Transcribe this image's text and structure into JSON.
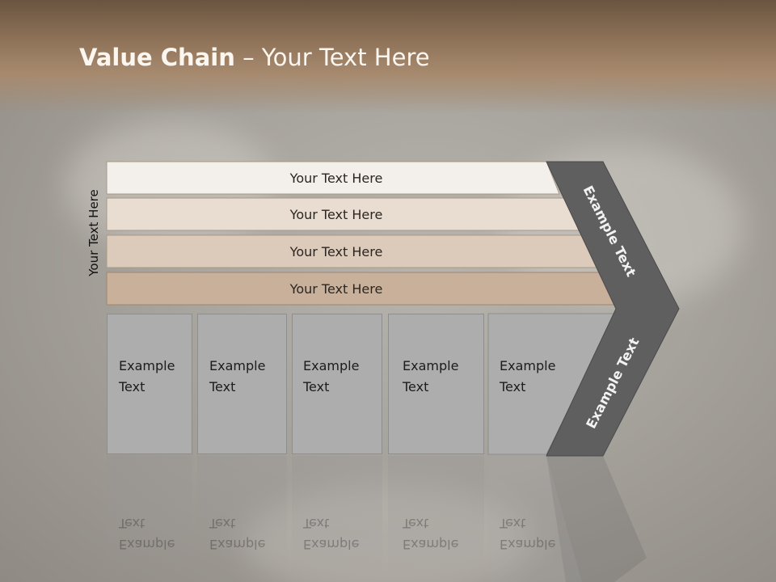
{
  "slide": {
    "title_bold": "Value Chain",
    "title_rest": " – Your Text Here",
    "side_label": "Your Text Here",
    "bands": [
      {
        "text": "Your Text Here",
        "color": "#f3efea"
      },
      {
        "text": "Your Text Here",
        "color": "#e9ddd2"
      },
      {
        "text": "Your Text Here",
        "color": "#dccbbb"
      },
      {
        "text": "Your Text Here",
        "color": "#c9b09a"
      }
    ],
    "boxes": [
      {
        "text": "Example\nText"
      },
      {
        "text": "Example\nText"
      },
      {
        "text": "Example\nText"
      },
      {
        "text": "Example\nText"
      },
      {
        "text": "Example\nText"
      }
    ],
    "chevron": {
      "upper_label": "Example Text",
      "lower_label": "Example Text",
      "color": "#5f5f5f"
    }
  }
}
